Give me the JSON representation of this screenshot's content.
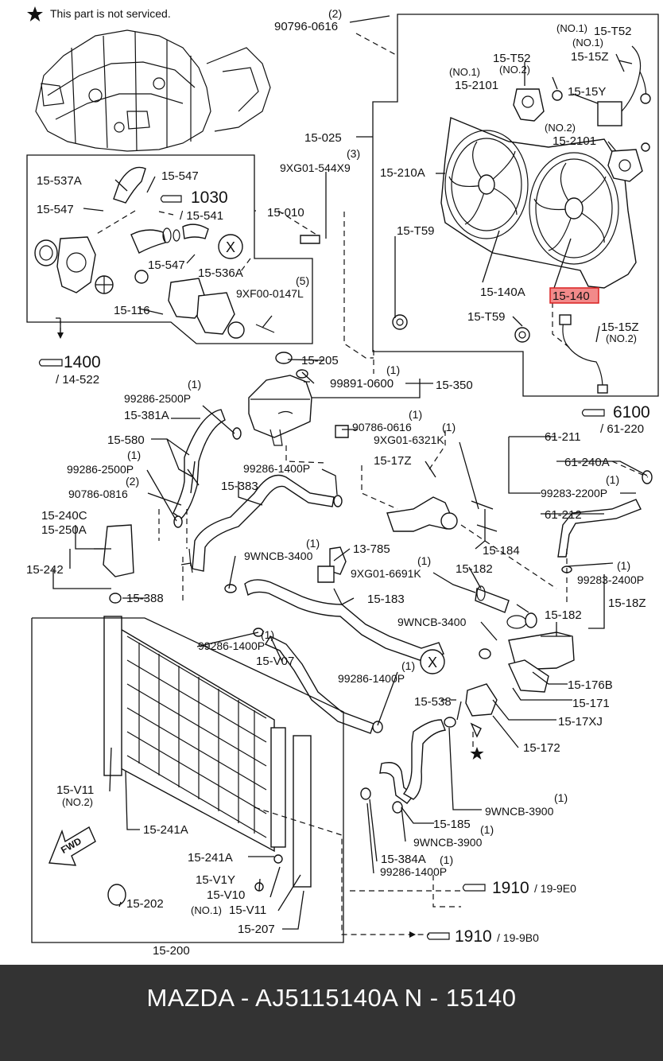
{
  "note": {
    "icon": "star-icon",
    "text": "This part is not serviced."
  },
  "callouts": {
    "c90796_0616_top": "90796-0616",
    "q2_top": "(2)",
    "no1_15t52": "(NO.1)",
    "no1_15t52_code": "15-T52",
    "no1_15z": "(NO.1)",
    "c15_15z": "15-15Z",
    "c15_t52": "15-T52",
    "no2_t52": "(NO.2)",
    "no1_2101": "(NO.1)",
    "c15_2101": "15-2101",
    "c15_15y": "15-15Y",
    "no2_2101": "(NO.2)",
    "c15_2101b": "15-2101",
    "c15_025": "15-025",
    "q3": "(3)",
    "c9xg01_544x9": "9XG01-544X9",
    "c15_210a": "15-210A",
    "c15_537a": "15-537A",
    "c15_547a": "15-547",
    "ref1030": "1030",
    "c15_547b": "15-547",
    "c15_541": "/ 15-541",
    "c15_010": "15-010",
    "c15_t59a": "15-T59",
    "x_mark_a": "X",
    "c15_547c": "15-547",
    "c15_536a": "15-536A",
    "q5": "(5)",
    "c9xf00": "9XF00-0147L",
    "c15_116": "15-116",
    "c15_140a": "15-140A",
    "c15_140": "15-140",
    "c15_t59b": "15-T59",
    "c15_15z_b": "15-15Z",
    "no2_15z": "(NO.2)",
    "ref1400": "1400",
    "ref14_522": "/ 14-522",
    "c15_205": "15-205",
    "q1_99891": "(1)",
    "c99891": "99891-0600",
    "c15_350": "15-350",
    "q1_99286a": "(1)",
    "c99286_2500p_a": "99286-2500P",
    "c15_381a": "15-381A",
    "q1_90786": "(1)",
    "c90786_0616": "90786-0616",
    "q1_9xg01_6321k": "(1)",
    "c9xg01_6321k": "9XG01-6321K",
    "ref6100": "6100",
    "ref61_220": "/ 61-220",
    "c15_580": "15-580",
    "q1_99286b": "(1)",
    "c99286_2500p_b": "99286-2500P",
    "c99286_1400p_a": "99286-1400P",
    "c15_17z": "15-17Z",
    "c61_211": "61-211",
    "c61_240a": "61-240A",
    "q1_99283_2200": "(1)",
    "c99283_2200p": "99283-2200P",
    "q2_90786_0816": "(2)",
    "c90786_0816": "90786-0816",
    "c15_383": "15-383",
    "c61_212": "61-212",
    "c15_240c": "15-240C",
    "c15_250a": "15-250A",
    "q1_9wncb_3400a": "(1)",
    "c9wncb_3400a": "9WNCB-3400",
    "c13_785": "13-785",
    "c15_184": "15-184",
    "q1_99283_2400": "(1)",
    "c15_242": "15-242",
    "q1_9xg01_6691k": "(1)",
    "c9xg01_6691k": "9XG01-6691K",
    "c15_182a": "15-182",
    "c99283_2400p": "99283-2400P",
    "c15_388": "15-388",
    "c15_183": "15-183",
    "c15_18z": "15-18Z",
    "c9wncb_3400b": "9WNCB-3400",
    "c15_182b": "15-182",
    "c99286_1400p_b": "99286-1400P",
    "q1_99286_1400p_b": "(1)",
    "c15_v07": "15-V07",
    "q1_99286_1400p_c": "(1)",
    "x_mark_b": "X",
    "c99286_1400p_c": "99286-1400P",
    "c15_176b": "15-176B",
    "c15_538": "15-538",
    "c15_171": "15-171",
    "c15_17xj": "15-17XJ",
    "c15_172": "15-172",
    "c15_v11_a": "15-V11",
    "no2_v11": "(NO.2)",
    "q1_9wncb_3900a": "(1)",
    "c9wncb_3900a": "9WNCB-3900",
    "c15_185": "15-185",
    "c15_241a_a": "15-241A",
    "q1_9wncb_3900b": "(1)",
    "c9wncb_3900b": "9WNCB-3900",
    "c15_241a_b": "15-241A",
    "c15_384a": "15-384A",
    "q1_15_384a": "(1)",
    "c15_v1y": "15-V1Y",
    "c99286_1400p_d": "99286-1400P",
    "c15_v10": "15-V10",
    "ref1910a": "1910",
    "ref19_9e0": "/ 19-9E0",
    "c15_202": "15-202",
    "no1_v11": "(NO.1)",
    "c15_v11_b": "15-V11",
    "c15_207": "15-207",
    "ref1910b": "1910",
    "ref19_9b0": "/ 19-9B0",
    "c15_200": "15-200",
    "fwd": "FWD"
  },
  "highlight": {
    "part": "15-140",
    "color": "#f28a8a"
  },
  "footer": {
    "text": "MAZDA - AJ5115140A   N - 15140"
  }
}
